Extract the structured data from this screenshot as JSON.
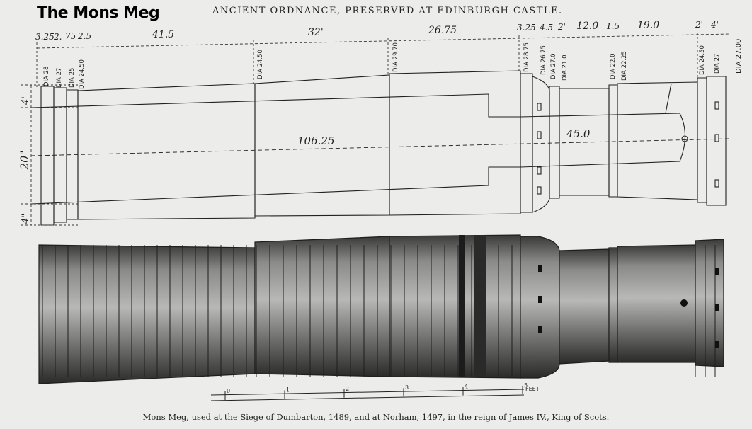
{
  "overlay_title": "The Mons Meg",
  "engraving_title": "ANCIENT ORDNANCE, PRESERVED AT EDINBURGH CASTLE.",
  "caption": "Mons Meg, used at the Siege of Dumbarton, 1489, and at Norham, 1497, in the reign of James IV., King of Scots.",
  "diagram": {
    "segment_lengths": [
      "3.25",
      "2.",
      "75",
      "2.5",
      "41.5",
      "32'",
      "26.75",
      "3.25",
      "4.5",
      "2'",
      "12.0",
      "1.5",
      "19.0",
      "2'",
      "4'"
    ],
    "diameters": [
      "DIA 28",
      "DIA 27",
      "DIA 25",
      "DIA 24.50",
      "DIA 24.50",
      "DIA 29.70",
      "DIA 28.75",
      "DIA 26.75",
      "DIA 27.0",
      "DIA 21.0",
      "DIA 22.0",
      "DIA 22.25",
      "DIA 24.50",
      "DIA 27",
      "DIA 27.00"
    ],
    "bore_length": "106.25",
    "chamber_length": "45.0",
    "height_labels": [
      "4\"",
      "20\"",
      "4\""
    ],
    "scale_label": "FEET",
    "scale_ticks": [
      "0",
      "1",
      "2",
      "3",
      "4",
      "5"
    ]
  }
}
